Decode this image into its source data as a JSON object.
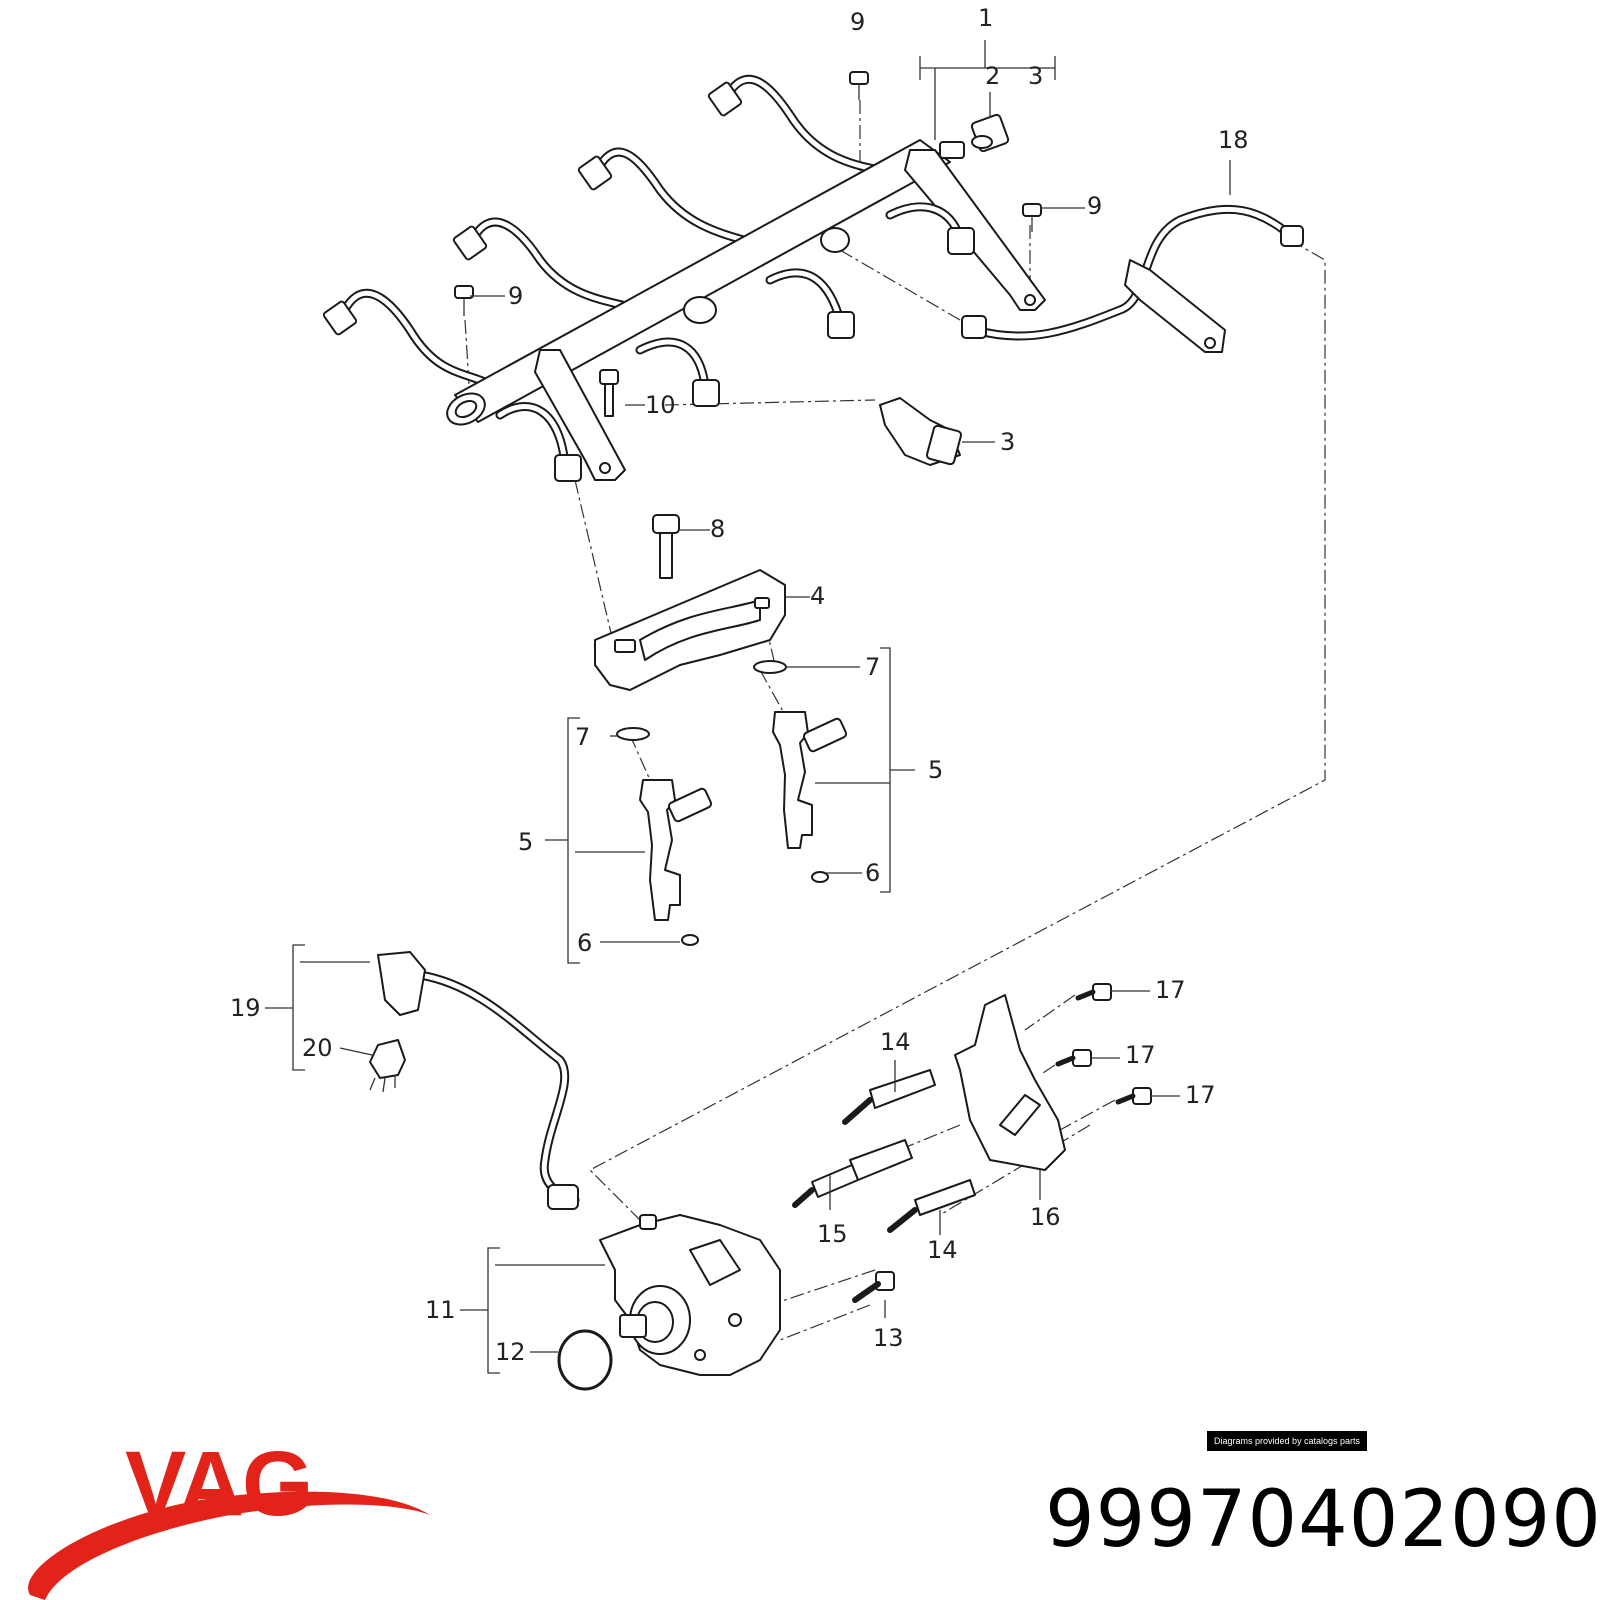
{
  "callouts": {
    "c1": "1",
    "c2": "2",
    "c3a": "3",
    "c3b": "3",
    "c4": "4",
    "c5a": "5",
    "c5b": "5",
    "c6a": "6",
    "c6b": "6",
    "c7a": "7",
    "c7b": "7",
    "c8": "8",
    "c9a": "9",
    "c9b": "9",
    "c9c": "9",
    "c10": "10",
    "c11": "11",
    "c12": "12",
    "c13": "13",
    "c14a": "14",
    "c14b": "14",
    "c15": "15",
    "c16": "16",
    "c17a": "17",
    "c17b": "17",
    "c17c": "17",
    "c18": "18",
    "c19": "19",
    "c20": "20"
  },
  "credit": "Diagrams provided by catalogs parts",
  "brand": {
    "logo_text": "VAG",
    "color": "#e2231a"
  },
  "part_number": "99970402090"
}
